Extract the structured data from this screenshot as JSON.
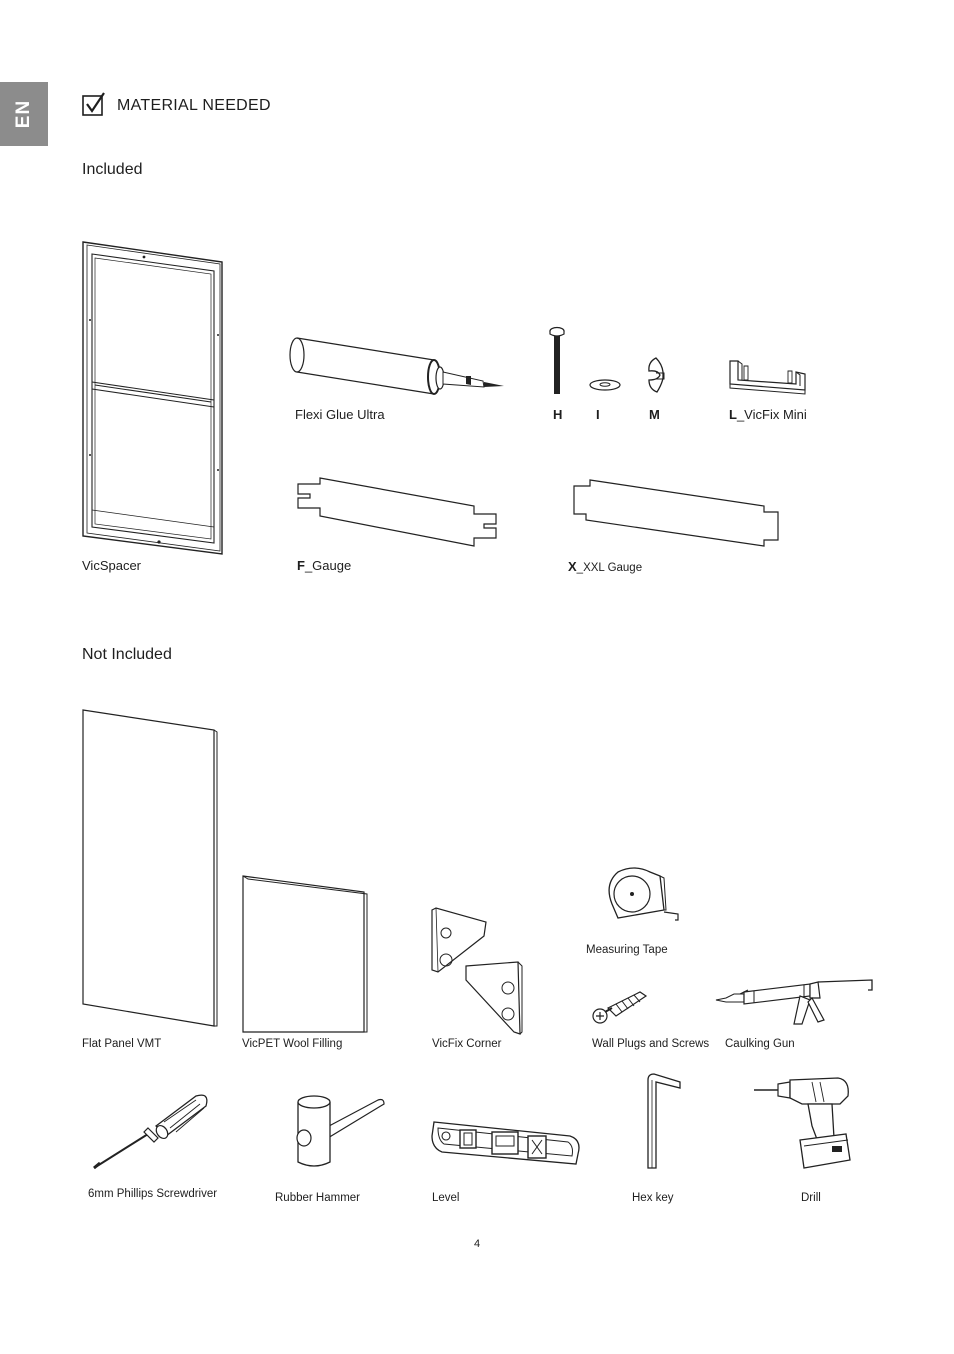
{
  "language_tab": "EN",
  "header": {
    "title": "MATERIAL NEEDED"
  },
  "included": {
    "title": "Included",
    "items": {
      "vicspacer": "VicSpacer",
      "glue": "Flexi Glue Ultra",
      "h": "H",
      "i": "I",
      "m": "M",
      "l_code": "L",
      "l_name": "_VicFix Mini",
      "f_code": "F",
      "f_name": "_Gauge",
      "x_code": "X",
      "x_name": "_XXL Gauge"
    }
  },
  "not_included": {
    "title": "Not Included",
    "items": {
      "flat_panel": "Flat Panel VMT",
      "wool": "VicPET Wool Filling",
      "corner": "VicFix Corner",
      "tape": "Measuring Tape",
      "plugs": "Wall Plugs and Screws",
      "caulking": "Caulking Gun",
      "screwdriver": "6mm Phillips Screwdriver",
      "hammer": "Rubber Hammer",
      "level": "Level",
      "hexkey": "Hex key",
      "drill": "Drill"
    }
  },
  "page_number": "4"
}
